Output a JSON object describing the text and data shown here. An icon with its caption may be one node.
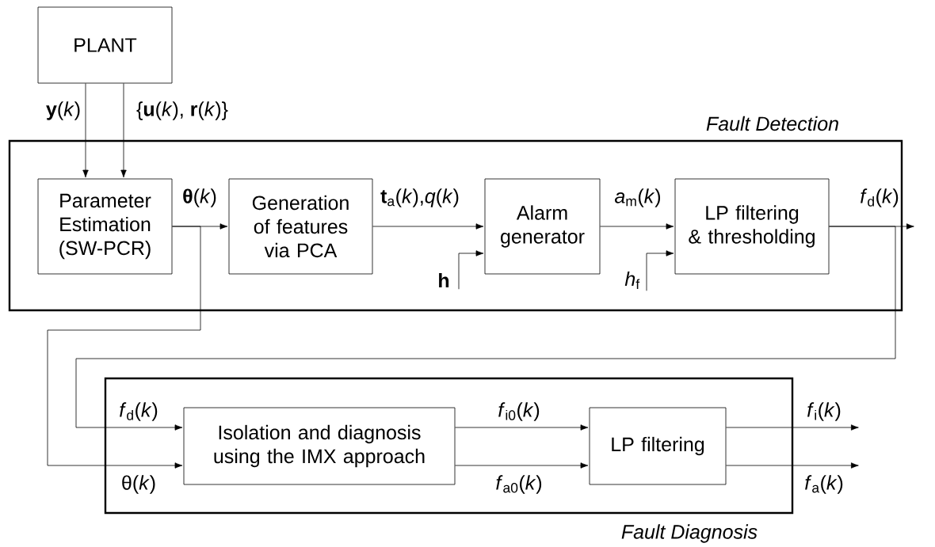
{
  "diagram": {
    "nodes": [
      {
        "text": [
          "PLANT"
        ]
      },
      {
        "text": [
          "*Fault Detection*"
        ]
      },
      {
        "text": [
          "Parameter Estimation (SW-PCR)"
        ],
        "in": 1
      },
      {
        "text": [
          "Generation of features via PCA"
        ],
        "in": 1
      },
      {
        "text": [
          "Alarm generator"
        ],
        "in": 1
      },
      {
        "text": [
          "LP filtering & thresholding"
        ],
        "in": 1
      },
      {
        "text": [
          "*Fault Diagnosis*"
        ]
      },
      {
        "text": [
          "Isolation and diagnosis using the IMX approach"
        ],
        "in": 6
      },
      {
        "text": [
          "LP filtering"
        ],
        "in": 6
      },
      {
        "text": [
          "**h**"
        ],
        "in": 1
      },
      {
        "text": [
          "*h*$_{f}$"
        ],
        "in": 1
      }
    ],
    "edges": [
      {
        "from": 0,
        "to": 2,
        "arrow": "to",
        "label": "**y**(*k*)"
      },
      {
        "from": 0,
        "to": 2,
        "arrow": "to",
        "label": "{**u**(*k*), **r**(*k*)}"
      },
      {
        "from": 2,
        "to": 3,
        "arrow": "to",
        "label": "**θ**(*k*)"
      },
      {
        "from": 2,
        "to": 7,
        "arrow": "to",
        "label": "θ(*k*)"
      },
      {
        "from": 3,
        "to": 4,
        "arrow": "to",
        "label": "**t**$_{a}$(*k*),*q*(*k*)"
      },
      {
        "from": 9,
        "to": 4,
        "arrow": "to"
      },
      {
        "from": 4,
        "to": 5,
        "arrow": "to",
        "label": "*a*$_{m}$(*k*)"
      },
      {
        "from": 10,
        "to": 5,
        "arrow": "to"
      },
      {
        "from": 5,
        "to": null,
        "arrow": "to",
        "label": "*f*$_{d}$(*k*)"
      },
      {
        "from": 5,
        "to": 7,
        "arrow": "to",
        "label": "*f*$_{d}$(*k*)"
      },
      {
        "from": 7,
        "to": 8,
        "arrow": "to",
        "label": "*f*$_{i0}$(*k*)"
      },
      {
        "from": 7,
        "to": 8,
        "arrow": "to",
        "label": "*f*$_{a0}$(*k*)"
      },
      {
        "from": 8,
        "to": null,
        "arrow": "to",
        "label": "*f*$_{i}$(*k*)"
      },
      {
        "from": 8,
        "to": null,
        "arrow": "to",
        "label": "*f*$_{a}$(*k*)"
      }
    ]
  }
}
